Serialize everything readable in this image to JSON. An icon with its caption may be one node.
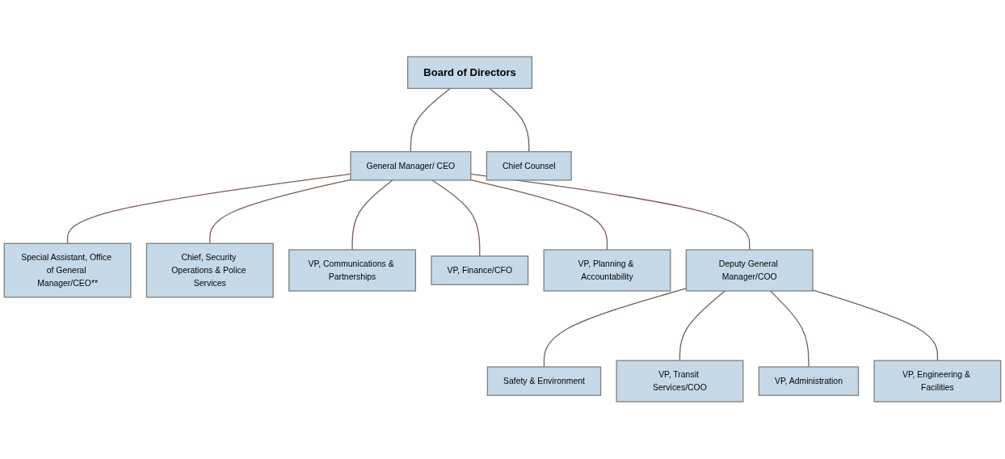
{
  "diagram": {
    "nodes": [
      {
        "text": [
          "Board of Directors"
        ]
      },
      {
        "text": [
          "Special Assistant, Office of General Manager/CEO**"
        ]
      },
      {
        "text": [
          "General Manager/ CEO"
        ]
      },
      {
        "text": [
          "Deputy General Manager/COO"
        ]
      },
      {
        "text": [
          "Chief Counsel"
        ]
      },
      {
        "text": [
          "Chief, Security Operations & Police Services"
        ]
      },
      {
        "text": [
          "VP, Communications & Partnerships"
        ]
      },
      {
        "text": [
          "VP, Finance/CFO"
        ]
      },
      {
        "text": [
          "VP, Planning & Accountability"
        ]
      },
      {
        "text": [
          "Safety & Environment"
        ]
      },
      {
        "text": [
          "VP, Transit Services/COO"
        ]
      },
      {
        "text": [
          "VP, Administration"
        ]
      },
      {
        "text": [
          "VP, Engineering & Facilities"
        ]
      }
    ],
    "edges": [
      {
        "from": 0,
        "to": 2,
        "arrow": "none"
      },
      {
        "from": 0,
        "to": 4,
        "arrow": "none"
      },
      {
        "from": 2,
        "to": 1,
        "arrow": "none"
      },
      {
        "from": 2,
        "to": 3,
        "arrow": "none"
      },
      {
        "from": 2,
        "to": 5,
        "arrow": "none"
      },
      {
        "from": 2,
        "to": 6,
        "arrow": "none"
      },
      {
        "from": 2,
        "to": 7,
        "arrow": "none"
      },
      {
        "from": 2,
        "to": 8,
        "arrow": "none"
      },
      {
        "from": 3,
        "to": 9,
        "arrow": "none"
      },
      {
        "from": 3,
        "to": 10,
        "arrow": "none"
      },
      {
        "from": 3,
        "to": 11,
        "arrow": "none"
      },
      {
        "from": 3,
        "to": 12,
        "arrow": "none"
      }
    ]
  }
}
